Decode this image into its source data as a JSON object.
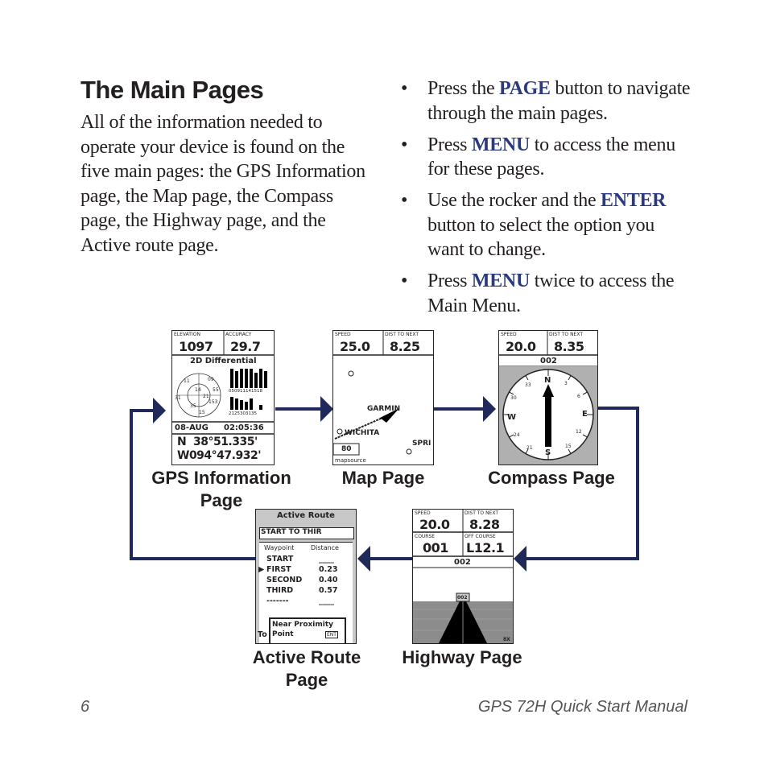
{
  "heading": "The Main Pages",
  "intro": "All of the information needed to operate your device is found on the five main pages: the GPS Information page, the Map page, the Compass page, the Highway page, and the Active route page.",
  "bullets": [
    {
      "pre": "Press the ",
      "kw": "PAGE",
      "post": " button to navigate through the main pages."
    },
    {
      "pre": "Press ",
      "kw": "MENU",
      "post": " to access the menu for these pages."
    },
    {
      "pre": "Use the rocker and the ",
      "kw": "ENTER",
      "post": " button to select the option you want to change."
    },
    {
      "pre": "Press ",
      "kw": "MENU",
      "post": " twice to access the Main Menu."
    }
  ],
  "captions": {
    "gps_info": "GPS Information Page",
    "map": "Map Page",
    "compass": "Compass Page",
    "active_route": "Active Route Page",
    "highway": "Highway Page"
  },
  "footer": {
    "page_number": "6",
    "manual_title": "GPS 72H Quick Start Manual"
  },
  "gps_screen": {
    "elev_label": "ELEVATION",
    "elev_value": "1097",
    "acc_label": "ACCURACY",
    "acc_value": "29.7",
    "status": "2D Differential",
    "sat_ids": "050911141518",
    "sat_ids2": "2125303135",
    "date": "08-AUG",
    "time": "02:05:36",
    "lat": "N  38°51.335'",
    "lon": "W094°47.932'",
    "sky_nums": [
      "11",
      "09",
      "14",
      "55",
      "31",
      "35",
      "21",
      "153",
      "15"
    ]
  },
  "map_screen": {
    "speed_label": "SPEED",
    "speed_value": "25.0",
    "dist_label": "DIST TO NEXT",
    "dist_value": "8.25",
    "places": [
      "GARMIN",
      "WICHITA",
      "SPRI"
    ],
    "scale": "80",
    "brand": "mapsource"
  },
  "compass_screen": {
    "speed_label": "SPEED",
    "speed_value": "20.0",
    "dist_label": "DIST TO NEXT",
    "dist_value": "8.35",
    "waypoint": "002",
    "dial": [
      "N",
      "3",
      "6",
      "E",
      "12",
      "15",
      "S",
      "21",
      "24",
      "W",
      "30",
      "33"
    ]
  },
  "route_screen": {
    "title": "Active Route",
    "start": "START TO THIR",
    "col1": "Waypoint",
    "col2": "Distance",
    "rows": [
      [
        "START",
        "____"
      ],
      [
        "FIRST",
        "0.23"
      ],
      [
        "SECOND",
        "0.40"
      ],
      [
        "THIRD",
        "0.57"
      ],
      [
        "-------",
        "____"
      ]
    ],
    "popup1": "Near Proximity",
    "popup2": "Point",
    "enter": "ENT",
    "partial": "To"
  },
  "highway_screen": {
    "speed_label": "SPEED",
    "speed_value": "20.0",
    "dist_label": "DIST TO NEXT",
    "dist_value": "8.28",
    "course_label": "COURSE",
    "course_value": "001",
    "off_label": "OFF COURSE",
    "off_value": "L12.1",
    "waypoint": "002",
    "sign": "002",
    "zoom": "8X"
  },
  "colors": {
    "accent": "#2a3a7c",
    "arrow": "#1f2a5a"
  }
}
